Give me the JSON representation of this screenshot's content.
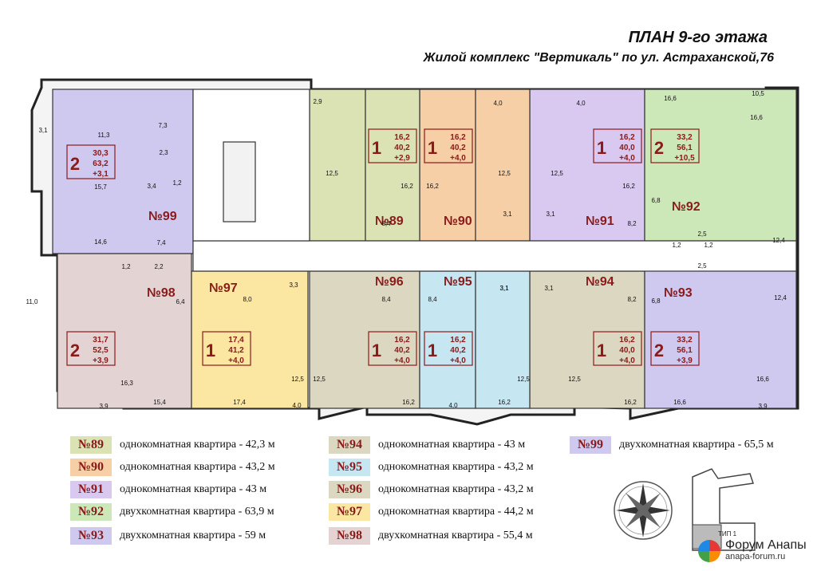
{
  "title": "ПЛАН 9-го этажа",
  "subtitle": "Жилой комплекс \"Вертикаль\" по ул. Астраханской,76",
  "apartments": [
    {
      "id": "№99",
      "color": "#cfc8ef",
      "rooms": "2",
      "live": "30,3",
      "total": "63,2",
      "balc": "+3,1"
    },
    {
      "id": "№89",
      "color": "#dbe3b4",
      "rooms": "1",
      "live": "16,2",
      "total": "40,2",
      "balc": "+2,9"
    },
    {
      "id": "№90",
      "color": "#f7cfa6",
      "rooms": "1",
      "live": "16,2",
      "total": "40,2",
      "balc": "+4,0"
    },
    {
      "id": "№91",
      "color": "#d9c8f0",
      "rooms": "1",
      "live": "16,2",
      "total": "40,0",
      "balc": "+4,0"
    },
    {
      "id": "№92",
      "color": "#cde8b8",
      "rooms": "2",
      "live": "33,2",
      "total": "56,1",
      "balc": "+10,5"
    },
    {
      "id": "№98",
      "color": "#e4d3d3",
      "rooms": "2",
      "live": "31,7",
      "total": "52,5",
      "balc": "+3,9"
    },
    {
      "id": "№97",
      "color": "#fbe6a2",
      "rooms": "1",
      "live": "17,4",
      "total": "41,2",
      "balc": "+4,0"
    },
    {
      "id": "№96",
      "color": "#dcd7c0",
      "rooms": "1",
      "live": "16,2",
      "total": "40,2",
      "balc": "+4,0"
    },
    {
      "id": "№95",
      "color": "#c6e6f2",
      "rooms": "1",
      "live": "16,2",
      "total": "40,2",
      "balc": "+4,0"
    },
    {
      "id": "№94",
      "color": "#dcd7c0",
      "rooms": "1",
      "live": "16,2",
      "total": "40,0",
      "balc": "+4,0"
    },
    {
      "id": "№93",
      "color": "#cfc8ef",
      "rooms": "2",
      "live": "33,2",
      "total": "56,1",
      "balc": "+3,9"
    }
  ],
  "room_areas": [
    "3,1",
    "11,3",
    "7,3",
    "2,3",
    "15,7",
    "3,4",
    "1,2",
    "14,6",
    "7,4",
    "1,2",
    "2,2",
    "11,0",
    "6,4",
    "16,3",
    "3,9",
    "15,4",
    "2,9",
    "12,5",
    "16,2",
    "8,4",
    "4,0",
    "12,5",
    "16,2",
    "3,1",
    "3,1",
    "4,0",
    "12,5",
    "16,2",
    "8,2",
    "16,6",
    "10,5",
    "16,6",
    "6,8",
    "12,4",
    "2,5",
    "1,2",
    "1,2",
    "2,5",
    "12,4",
    "6,8",
    "16,6",
    "3,9",
    "8,0",
    "3,3",
    "3,1",
    "12,5",
    "17,4",
    "4,0",
    "12,5",
    "8,4",
    "16,2",
    "4,0",
    "12,5",
    "16,2",
    "3,1",
    "3,1",
    "8,4",
    "8,2",
    "16,2",
    "12,5",
    "16,6"
  ],
  "legend": [
    {
      "num": "№89",
      "color": "#dbe3b4",
      "text": "однокомнатная квартира - 42,3 м"
    },
    {
      "num": "№90",
      "color": "#f7cfa6",
      "text": "однокомнатная квартира - 43,2 м"
    },
    {
      "num": "№91",
      "color": "#d9c8f0",
      "text": "однокомнатная квартира - 43 м"
    },
    {
      "num": "№92",
      "color": "#cde8b8",
      "text": "двухкомнатная квартира - 63,9 м"
    },
    {
      "num": "№93",
      "color": "#cfc8ef",
      "text": "двухкомнатная квартира - 59 м"
    },
    {
      "num": "№94",
      "color": "#dcd7c0",
      "text": "однокомнатная квартира - 43 м"
    },
    {
      "num": "№95",
      "color": "#c6e6f2",
      "text": "однокомнатная квартира - 43,2 м"
    },
    {
      "num": "№96",
      "color": "#dcd7c0",
      "text": "однокомнатная квартира - 43,2 м"
    },
    {
      "num": "№97",
      "color": "#fbe6a2",
      "text": "однокомнатная квартира - 44,2 м"
    },
    {
      "num": "№98",
      "color": "#e4d3d3",
      "text": "двухкомнатная квартира - 55,4 м"
    },
    {
      "num": "№99",
      "color": "#cfc8ef",
      "text": "двухкомнатная квартира - 65,5 м"
    }
  ],
  "keyplan_label": "ТИП 1",
  "watermark": {
    "line1": "Форум Анапы",
    "line2": "anapa-forum.ru"
  }
}
